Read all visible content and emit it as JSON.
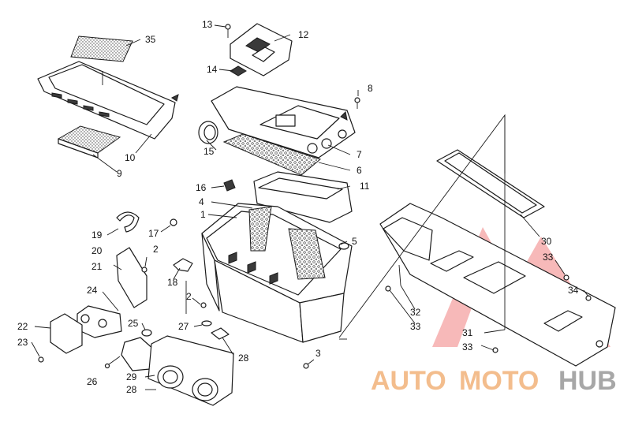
{
  "callouts": [
    {
      "id": "1",
      "label": "1"
    },
    {
      "id": "2a",
      "label": "2"
    },
    {
      "id": "2b",
      "label": "2"
    },
    {
      "id": "3",
      "label": "3"
    },
    {
      "id": "4",
      "label": "4"
    },
    {
      "id": "5",
      "label": "5"
    },
    {
      "id": "6",
      "label": "6"
    },
    {
      "id": "7",
      "label": "7"
    },
    {
      "id": "8",
      "label": "8"
    },
    {
      "id": "9",
      "label": "9"
    },
    {
      "id": "10",
      "label": "10"
    },
    {
      "id": "11",
      "label": "11"
    },
    {
      "id": "12",
      "label": "12"
    },
    {
      "id": "13",
      "label": "13"
    },
    {
      "id": "14",
      "label": "14"
    },
    {
      "id": "15",
      "label": "15"
    },
    {
      "id": "16",
      "label": "16"
    },
    {
      "id": "17",
      "label": "17"
    },
    {
      "id": "18",
      "label": "18"
    },
    {
      "id": "19",
      "label": "19"
    },
    {
      "id": "20",
      "label": "20"
    },
    {
      "id": "21",
      "label": "21"
    },
    {
      "id": "22",
      "label": "22"
    },
    {
      "id": "23",
      "label": "23"
    },
    {
      "id": "24",
      "label": "24"
    },
    {
      "id": "25",
      "label": "25"
    },
    {
      "id": "26",
      "label": "26"
    },
    {
      "id": "27",
      "label": "27"
    },
    {
      "id": "28a",
      "label": "28"
    },
    {
      "id": "28b",
      "label": "28"
    },
    {
      "id": "29",
      "label": "29"
    },
    {
      "id": "30",
      "label": "30"
    },
    {
      "id": "31",
      "label": "31"
    },
    {
      "id": "32",
      "label": "32"
    },
    {
      "id": "33a",
      "label": "33"
    },
    {
      "id": "33b",
      "label": "33"
    },
    {
      "id": "33c",
      "label": "33"
    },
    {
      "id": "34",
      "label": "34"
    },
    {
      "id": "35",
      "label": "35"
    }
  ],
  "watermark": {
    "part1": "AUTO",
    "part2": "MOTO",
    "part3": "HUB",
    "color_main": "#f0a868",
    "color_hub": "#8a8a8a",
    "logo_color": "#f08080"
  }
}
